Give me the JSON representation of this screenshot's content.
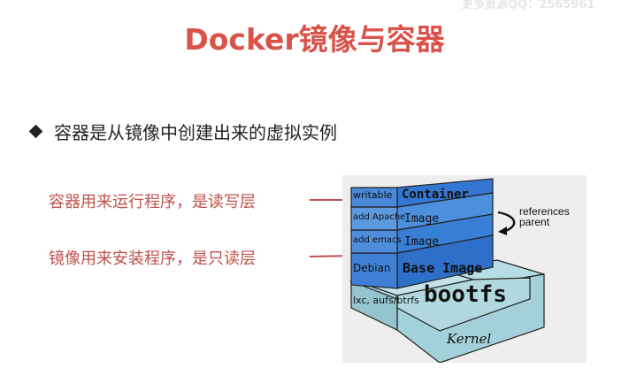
{
  "slide": {
    "watermark": "更多资源QQ：2565961",
    "title": "Docker镜像与容器",
    "bullet": "容器是从镜像中创建出来的虚拟实例",
    "annotations": [
      "容器用来运行程序，是读写层",
      "镜像用来安装程序，是只读层"
    ]
  },
  "diagram": {
    "side_labels": {
      "writable": "writable",
      "add_apache": "add Apache",
      "add_emacs": "add emacs",
      "debian": "Debian",
      "lxc": "lxc, aufs/btrfs"
    },
    "front_labels": {
      "container": "Container",
      "image1": "Image",
      "image2": "Image",
      "base_image": "Base Image"
    },
    "bootfs": "bootfs",
    "kernel": "Kernel",
    "references": "references",
    "parent": "parent"
  },
  "colors": {
    "title": "#d9534b",
    "annotation": "#c0504d",
    "blue_dark": "#2b6fc8",
    "blue_mid": "#4f8fdb",
    "teal": "#a9d5dd"
  }
}
